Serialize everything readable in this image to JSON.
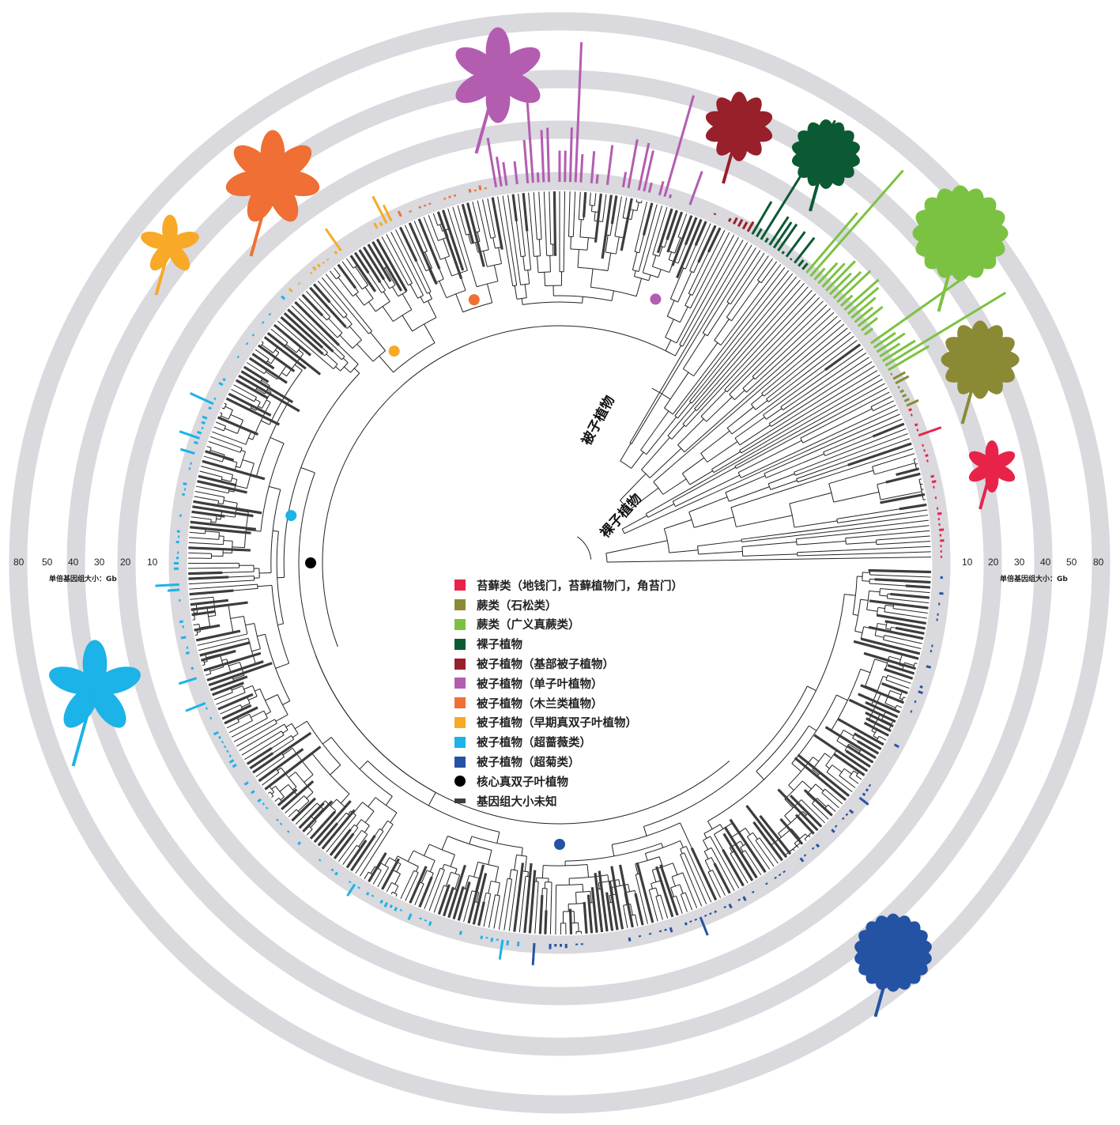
{
  "scale": {
    "ticks": [
      "80",
      "50",
      "40",
      "30",
      "20",
      "10"
    ],
    "ticks_right": [
      "10",
      "20",
      "30",
      "40",
      "50",
      "80"
    ],
    "unit_label": "单倍基因组大小：Gb"
  },
  "clade_labels": {
    "angiosperms": "被子植物",
    "gymnosperms": "裸子植物"
  },
  "legend": [
    {
      "label": "苔藓类（地钱门，苔藓植物门，角苔门）",
      "color": "#e8234a",
      "shape": "square"
    },
    {
      "label": "蕨类（石松类）",
      "color": "#8a8a35",
      "shape": "square"
    },
    {
      "label": "蕨类（广义真蕨类）",
      "color": "#7cc242",
      "shape": "square"
    },
    {
      "label": "裸子植物",
      "color": "#0b5a33",
      "shape": "square"
    },
    {
      "label": "被子植物（基部被子植物）",
      "color": "#98202a",
      "shape": "square"
    },
    {
      "label": "被子植物（单子叶植物）",
      "color": "#b35db0",
      "shape": "square"
    },
    {
      "label": "被子植物（木兰类植物）",
      "color": "#ef6f35",
      "shape": "square"
    },
    {
      "label": "被子植物（早期真双子叶植物）",
      "color": "#f7a927",
      "shape": "square"
    },
    {
      "label": "被子植物（超蔷薇类）",
      "color": "#1bb3e8",
      "shape": "square"
    },
    {
      "label": "被子植物（超菊类）",
      "color": "#2553a4",
      "shape": "square"
    },
    {
      "label": "核心真双子叶植物",
      "color": "#000000",
      "shape": "dot"
    },
    {
      "label": "基因组大小未知",
      "color": "#3d3d3d",
      "shape": "bar"
    }
  ],
  "colors": {
    "ring": "#d9d9de",
    "tree": "#222222",
    "unknown": "#3d3d3d"
  }
}
